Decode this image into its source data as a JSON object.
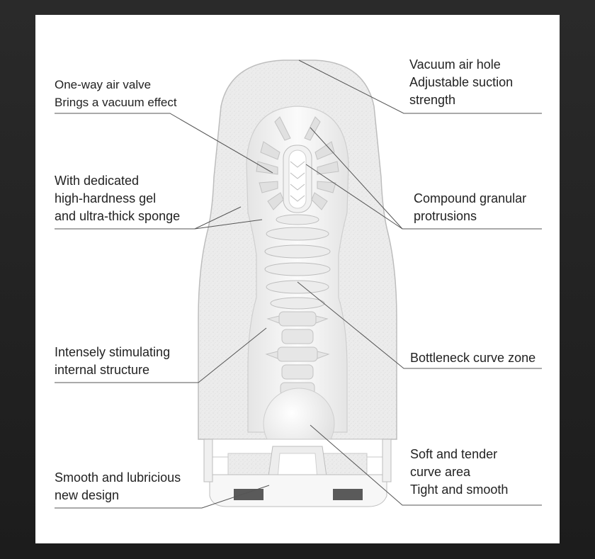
{
  "annotations": {
    "vacuum_hole": [
      "Vacuum air hole",
      "Adjustable suction",
      "strength"
    ],
    "air_valve": [
      "One-way air valve",
      "Brings a vacuum effect"
    ],
    "gel_sponge": [
      "With dedicated",
      "high-hardness gel",
      "and ultra-thick sponge"
    ],
    "granular": [
      "Compound granular",
      "protrusions"
    ],
    "bottleneck": [
      "Bottleneck curve zone"
    ],
    "internal": [
      "Intensely stimulating",
      "internal structure"
    ],
    "soft_curve": [
      "Soft and tender",
      "curve area",
      "Tight and smooth"
    ],
    "smooth_design": [
      "Smooth and lubricious",
      "new design"
    ]
  },
  "colors": {
    "background_frame": "#1f1f1f",
    "panel": "#ffffff",
    "line": "#555555",
    "shell_fill": "#eeeeee",
    "inner_fill": "#fafafa"
  }
}
